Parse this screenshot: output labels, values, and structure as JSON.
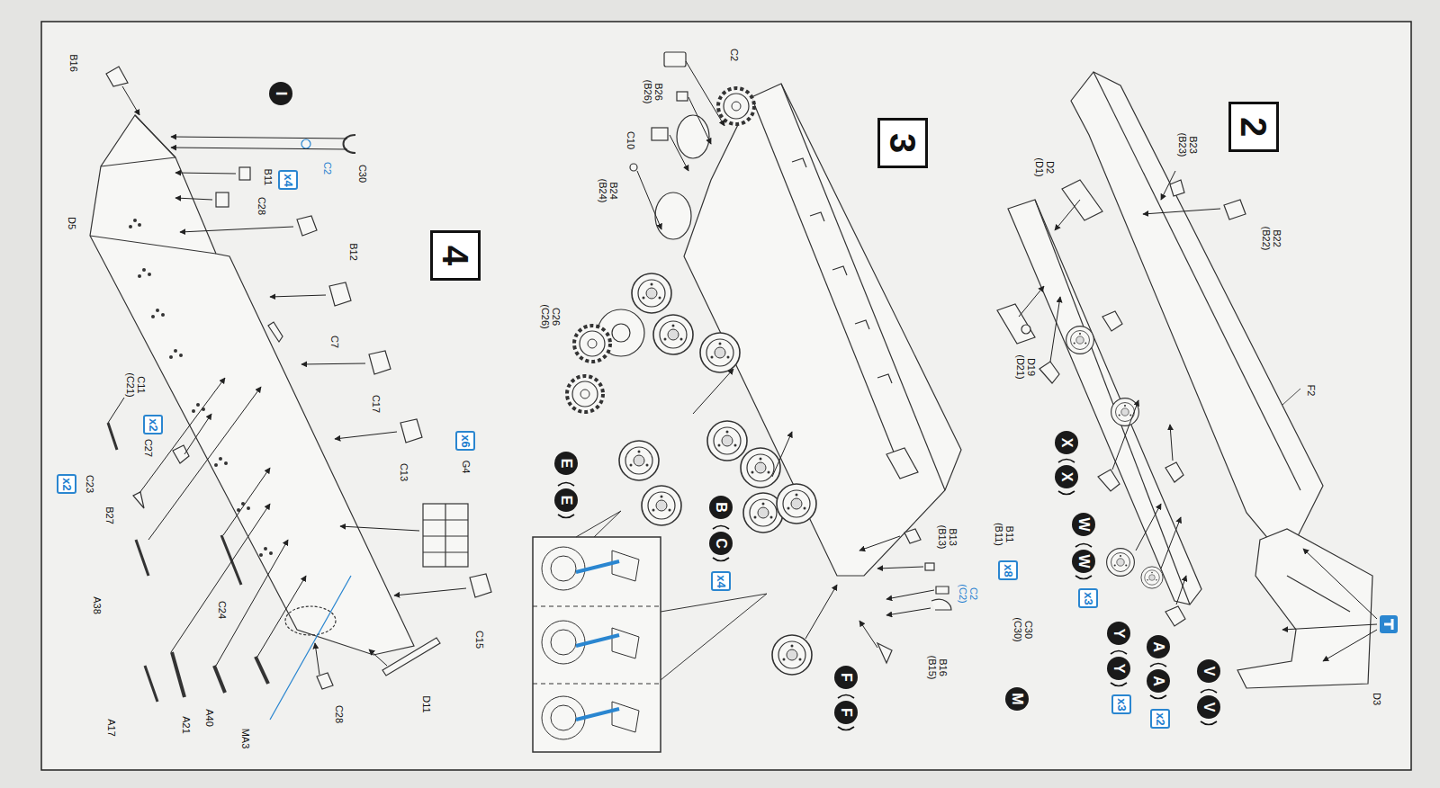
{
  "diagram": {
    "nodes": [
      {
        "text": [
          "2"
        ]
      },
      {
        "text": [
          "x3"
        ]
      },
      {
        "text": [
          "x3"
        ]
      },
      {
        "text": [
          "x2"
        ]
      },
      {
        "text": [
          "X"
        ]
      },
      {
        "text": [
          "X"
        ]
      },
      {
        "text": [
          "W"
        ]
      },
      {
        "text": [
          "W"
        ]
      },
      {
        "text": [
          "Y"
        ]
      },
      {
        "text": [
          "Y"
        ]
      },
      {
        "text": [
          "A"
        ]
      },
      {
        "text": [
          "A"
        ]
      },
      {
        "text": [
          "V"
        ]
      },
      {
        "text": [
          "V"
        ]
      },
      {
        "text": [
          "M"
        ]
      },
      {
        "text": [
          "3"
        ]
      },
      {
        "text": [
          "x8"
        ]
      },
      {
        "text": [
          "x4"
        ]
      },
      {
        "text": [
          "B"
        ]
      },
      {
        "text": [
          "C"
        ]
      },
      {
        "text": [
          "E"
        ]
      },
      {
        "text": [
          "E"
        ]
      },
      {
        "text": [
          "F"
        ]
      },
      {
        "text": [
          "F"
        ]
      },
      {
        "text": [
          "4"
        ]
      },
      {
        "text": [
          "x4"
        ]
      },
      {
        "text": [
          "x2"
        ]
      },
      {
        "text": [
          "x2"
        ]
      },
      {
        "text": [
          "x6"
        ]
      },
      {
        "text": [
          "I"
        ]
      }
    ],
    "labels": [
      "B23 (B23)",
      "B22 (B22)",
      "D2 (D1)",
      "F2",
      "D19 (D21)",
      "D3",
      "C2",
      "B26 (B26)",
      "C10",
      "B24 (B24)",
      "C26 (C26)",
      "B13 (B13)",
      "B11 (B11)",
      "C2 (C2)",
      "C30 (C30)",
      "B16 (B15)",
      "B16",
      "C30",
      "C2",
      "B11",
      "C28",
      "D5",
      "B12",
      "C7",
      "C17",
      "C11 (C21)",
      "C27",
      "C13",
      "G4",
      "C23",
      "B27",
      "A38",
      "C24",
      "C15",
      "A17",
      "A21",
      "A40",
      "MA3",
      "C28",
      "D11"
    ]
  }
}
